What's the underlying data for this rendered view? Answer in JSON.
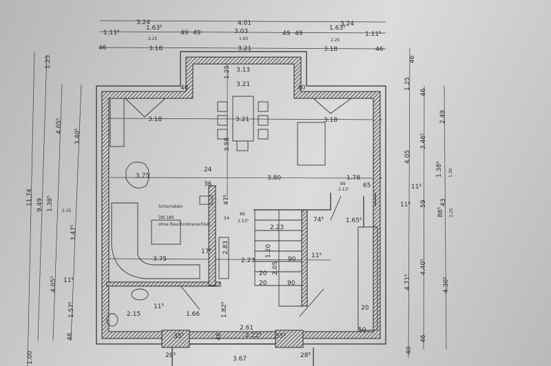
{
  "drawing": {
    "chimney_note": [
      "Schornstein",
      "DN 180",
      "ohne Rauchrohranschluß"
    ],
    "labels": [
      "3.24",
      "4.01",
      "3.24",
      "1.11⁵",
      "1.63⁵",
      "49",
      "49",
      "3.03",
      "49",
      "49",
      "1.63⁵",
      "1.11⁵",
      "2.25",
      "1.65",
      "2.25",
      "46",
      "3.18",
      "3.21",
      "3.18",
      "46",
      "3.13",
      "3.21",
      "40",
      "40",
      "1.25",
      "3.18",
      "3.21",
      "3.18",
      "3.58",
      "3.75",
      "24",
      "3.80",
      "1.78",
      "36",
      "65",
      "2.13⁵",
      "89",
      "47⁵",
      "89",
      "2.13⁵",
      "54",
      "2.23",
      "74⁵",
      "1.65⁵",
      "17⁵",
      "2.83",
      "3.75",
      "2.23",
      "1.20",
      "90",
      "11⁵",
      "2.05",
      "20",
      "20",
      "90",
      "11⁵",
      "2.15",
      "1.66",
      "1.82⁵",
      "2.61",
      "2.22⁵",
      "35⁵",
      "35⁵",
      "46",
      "28⁵",
      "3.67",
      "28⁵",
      "20",
      "50",
      "11.74",
      "9.49",
      "1.25",
      "1.38⁵",
      "2.25",
      "4.05⁵",
      "4.05⁵",
      "3.40⁵",
      "3.47⁵",
      "11⁵",
      "1.57⁵",
      "46",
      "1.00",
      "1.25",
      "46",
      "4.05",
      "11⁵",
      "4.71⁵",
      "40",
      "46",
      "3.46⁵",
      "11⁵",
      "59",
      "4.40⁵",
      "46",
      "2.49",
      "1.38⁵",
      "1.30",
      "43",
      "88⁵",
      "2.25",
      "4.30⁵"
    ]
  }
}
